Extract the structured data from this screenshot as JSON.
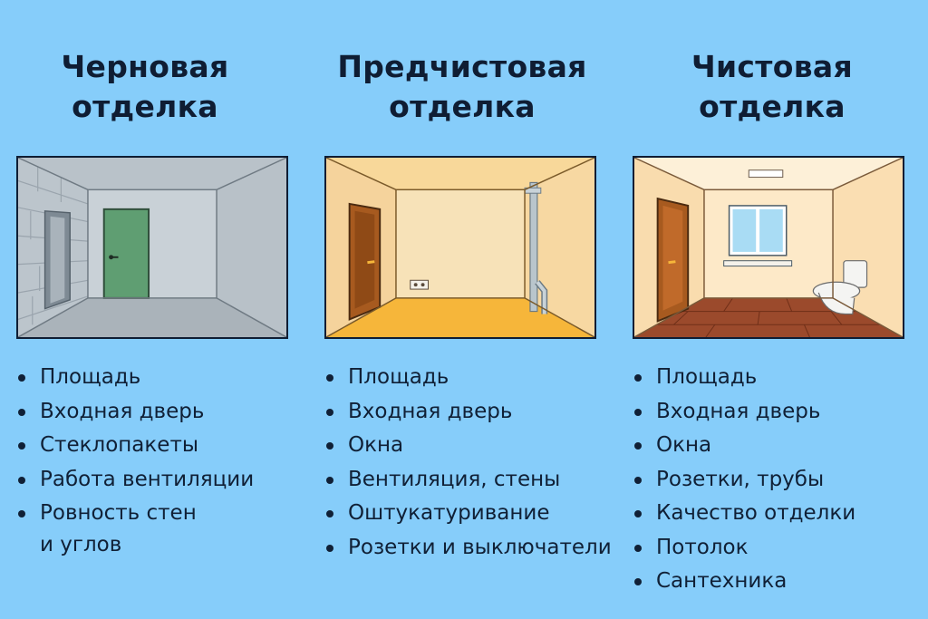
{
  "columns": [
    {
      "title_line1": "Черновая",
      "title_line2": "отделка",
      "items": [
        "Площадь",
        "Входная дверь",
        "Стеклопакеты",
        "Работа вентиляции",
        "Ровность стен"
      ],
      "item_continuation": "и углов"
    },
    {
      "title_line1": "Предчистовая",
      "title_line2": "отделка",
      "items": [
        "Площадь",
        "Входная дверь",
        "Окна",
        "Вентиляция, стены",
        "Оштукатуривание",
        "Розетки и выключатели"
      ]
    },
    {
      "title_line1": "Чистовая",
      "title_line2": "отделка",
      "items": [
        "Площадь",
        "Входная дверь",
        "Окна",
        "Розетки, трубы",
        "Качество отделки",
        "Потолок",
        "Сантехника"
      ]
    }
  ],
  "colors": {
    "background": "#86cdfa",
    "rough_wall": "#c3ccd3",
    "rough_door": "#5f9e72",
    "pre_wall": "#f7dfb0",
    "pre_floor": "#f6b63a",
    "final_wall": "#fbe5c0",
    "final_floor": "#9b4a2c",
    "door_brown": "#a75a1f"
  },
  "icons": [
    "rough-room-illustration",
    "pre-finish-room-illustration",
    "finish-room-illustration"
  ]
}
